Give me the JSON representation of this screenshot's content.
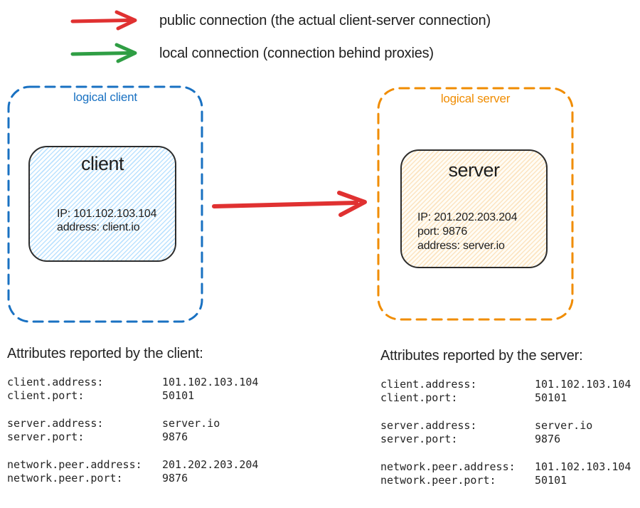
{
  "colors": {
    "red": "#e03131",
    "green": "#2f9e44",
    "blue": "#1971c2",
    "orange": "#f08c00",
    "ink": "#1e1e1e",
    "client_fill": "#a5d8ff",
    "server_fill": "#ffd8a8"
  },
  "legend": {
    "items": [
      {
        "icon": "red-arrow",
        "color": "#e03131",
        "label": "public connection (the actual client-server connection)"
      },
      {
        "icon": "green-arrow",
        "color": "#2f9e44",
        "label": "local connection (connection behind proxies)"
      }
    ]
  },
  "client_group": {
    "label": "logical client",
    "node": {
      "title": "client",
      "details": [
        "IP: 101.102.103.104",
        "address: client.io"
      ]
    }
  },
  "server_group": {
    "label": "logical server",
    "node": {
      "title": "server",
      "details": [
        "IP: 201.202.203.204",
        "port: 9876",
        "address: server.io"
      ]
    }
  },
  "connection_arrow": {
    "type": "public",
    "color": "#e03131",
    "from": "client",
    "to": "server"
  },
  "client_attributes": {
    "title": "Attributes reported by the client:",
    "groups": [
      [
        {
          "key": "client.address:",
          "value": "101.102.103.104"
        },
        {
          "key": "client.port:",
          "value": "50101"
        }
      ],
      [
        {
          "key": "server.address:",
          "value": "server.io"
        },
        {
          "key": "server.port:",
          "value": "9876"
        }
      ],
      [
        {
          "key": "network.peer.address:",
          "value": "201.202.203.204"
        },
        {
          "key": "network.peer.port:",
          "value": "9876"
        }
      ]
    ]
  },
  "server_attributes": {
    "title": "Attributes reported by the server:",
    "groups": [
      [
        {
          "key": "client.address:",
          "value": "101.102.103.104"
        },
        {
          "key": "client.port:",
          "value": "50101"
        }
      ],
      [
        {
          "key": "server.address:",
          "value": "server.io"
        },
        {
          "key": "server.port:",
          "value": "9876"
        }
      ],
      [
        {
          "key": "network.peer.address:",
          "value": "101.102.103.104"
        },
        {
          "key": "network.peer.port:",
          "value": "50101"
        }
      ]
    ]
  }
}
